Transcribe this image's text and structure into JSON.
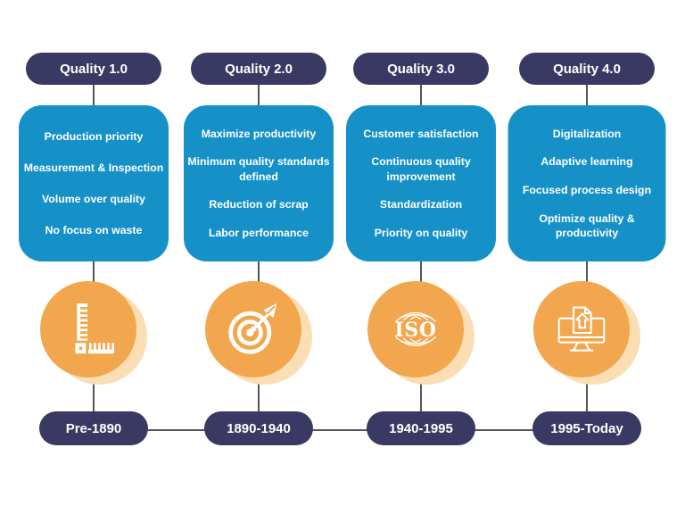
{
  "palette": {
    "navy": "#3a3963",
    "blue": "#1591c8",
    "orange": "#f2a74e",
    "orange_light": "#fbdeb4",
    "line_gray": "#55545f",
    "text_light": "#ffffff",
    "background": "#ffffff"
  },
  "columns": [
    {
      "header": "Quality 1.0",
      "items": [
        "Production priority",
        "Measurement & Inspection",
        "Volume over quality",
        "No focus on waste"
      ],
      "icon": "ruler-icon",
      "period": "Pre-1890"
    },
    {
      "header": "Quality 2.0",
      "items": [
        "Maximize productivity",
        "Minimum quality standards defined",
        "Reduction of scrap",
        "Labor performance"
      ],
      "icon": "target-arrow-icon",
      "period": "1890-1940"
    },
    {
      "header": "Quality 3.0",
      "items": [
        "Customer satisfaction",
        "Continuous quality improvement",
        "Standardization",
        "Priority on quality"
      ],
      "icon": "iso-globe-icon",
      "icon_label": "ISO",
      "period": "1940-1995"
    },
    {
      "header": "Quality 4.0",
      "items": [
        "Digitalization",
        "Adaptive learning",
        "Focused process design",
        "Optimize quality & productivity"
      ],
      "icon": "monitor-upload-icon",
      "period": "1995-Today"
    }
  ]
}
